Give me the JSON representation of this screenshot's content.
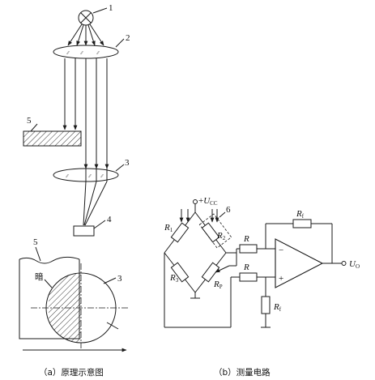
{
  "labels": {
    "n1": "1",
    "n2": "2",
    "n3": "3",
    "n4": "4",
    "n5": "5",
    "n6": "6",
    "n5b": "5",
    "n3b": "3",
    "dark": "暗",
    "ucc_prefix": "+",
    "ucc_main": "U",
    "ucc_sub": "CC",
    "r1_main": "R",
    "r1_sub": "1",
    "r2_main": "R",
    "r2_sub": "2",
    "r3_main": "R",
    "r3_sub": "3",
    "rp_main": "R",
    "rp_sub": "P",
    "r_top": "R",
    "r_bottom": "R",
    "rf_top_main": "R",
    "rf_top_sub": "f",
    "rf_bot_main": "R",
    "rf_bot_sub": "f",
    "minus": "−",
    "plus": "+",
    "uo_main": "U",
    "uo_sub": "O"
  },
  "captions": {
    "a": "（a）原理示意图",
    "b": "（b）测量电路"
  },
  "colors": {
    "ink": "#1a1a1a",
    "background": "#ffffff"
  }
}
